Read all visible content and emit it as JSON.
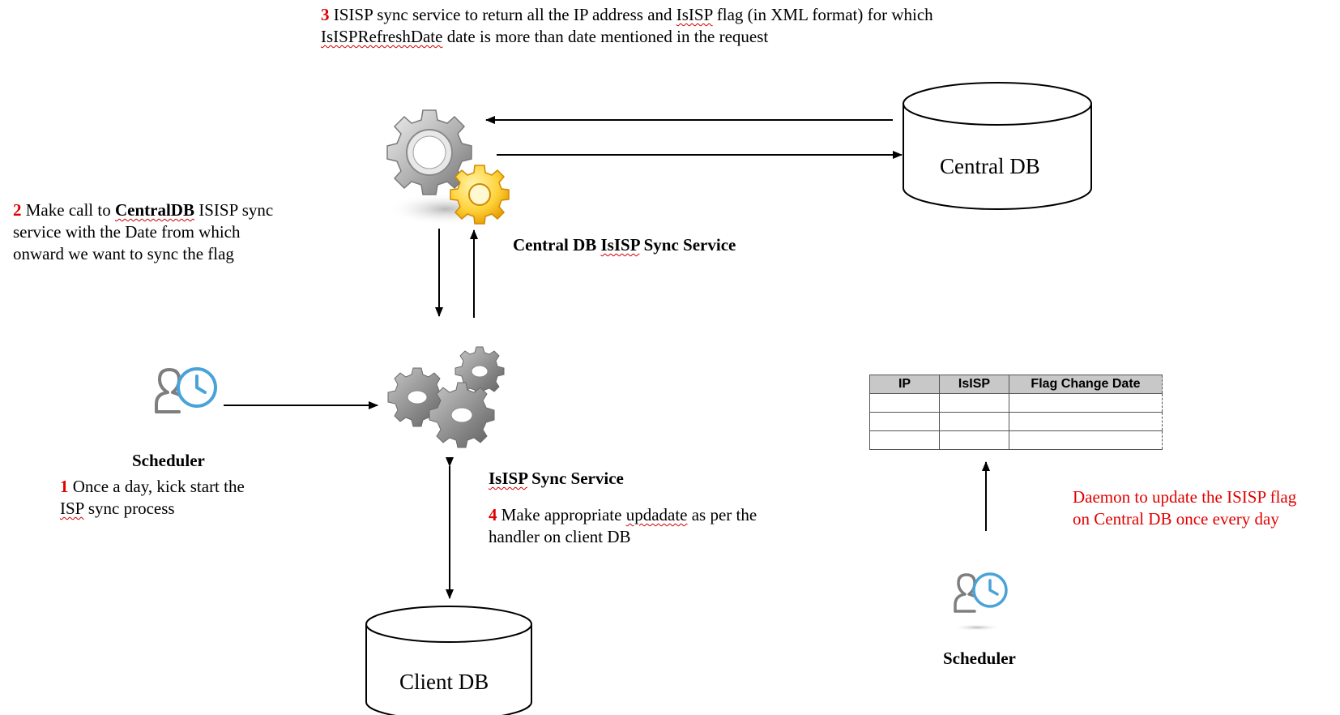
{
  "diagram": {
    "step3": {
      "num": "3",
      "line1_a": "ISISP sync service to return all the IP  address and ",
      "line1_b": "IsISP",
      "line1_c": " flag (in XML format) for which",
      "line2_a": "IsISPRefreshDate",
      "line2_b": " date is more than date mentioned in the request"
    },
    "step2": {
      "num": "2",
      "line1_a": " Make call to  ",
      "line1_b": "CentralDB",
      "line1_c": " ISISP sync",
      "line2": "service with the Date from which",
      "line3": "onward we want to sync the flag"
    },
    "step1": {
      "num": "1",
      "line1": " Once a day, kick start the",
      "line2_a": "ISP",
      "line2_b": " sync process"
    },
    "step4": {
      "num": "4",
      "line1_a": " Make appropriate ",
      "line1_b": "updadate",
      "line1_c": " as per the",
      "line2": "handler on client DB"
    },
    "central_db_label": "Central DB",
    "client_db_label": "Client DB",
    "central_service_label_a": "Central DB ",
    "central_service_label_b": "IsISP",
    "central_service_label_c": " Sync Service",
    "isisp_service_label_a": "IsISP",
    "isisp_service_label_b": " Sync Service",
    "scheduler_left_label": "Scheduler",
    "scheduler_right_label": "Scheduler",
    "daemon_line1": "Daemon to update the ISISP flag",
    "daemon_line2": "on Central DB once every day",
    "table": {
      "headers": [
        "IP",
        "IsISP",
        "Flag Change Date"
      ],
      "rows": [
        [
          "",
          "",
          ""
        ],
        [
          "",
          "",
          ""
        ],
        [
          "",
          "",
          ""
        ]
      ]
    }
  },
  "icons": {
    "central_service": "gears-icon",
    "isisp_service": "gears-icon",
    "scheduler": "user-clock-icon"
  },
  "colors": {
    "step_number": "#e00000",
    "daemon_text": "#e00000",
    "table_header": "#c8c8c8"
  }
}
